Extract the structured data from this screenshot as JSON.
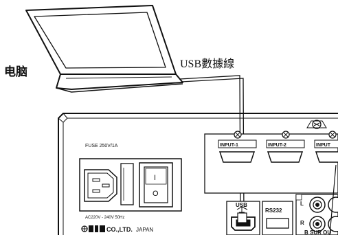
{
  "labels": {
    "computer": "电脑",
    "cable": "USB數據線"
  },
  "panel": {
    "fuse": "FUSE 250V/1A",
    "power_rating": "AC220V - 240V 50Hz",
    "maker": "CO.,LTD.",
    "country": "JAPAN",
    "power_switch_on": "I",
    "power_switch_off": "O",
    "usb": "USB",
    "rs232": "RS232",
    "audio_left": "L",
    "audio_right": "R",
    "audio_section": "B SUR OU",
    "inputs": [
      "INPUT-1",
      "INPUT-2",
      "INPUT"
    ]
  },
  "colors": {
    "ink": "#111111",
    "panel_fill": "#ffffff"
  }
}
